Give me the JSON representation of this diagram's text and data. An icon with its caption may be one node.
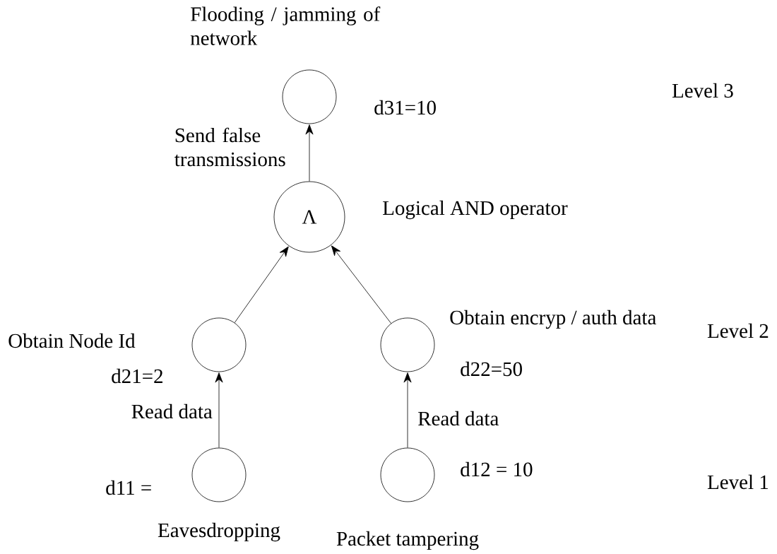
{
  "diagram": {
    "nodes": [
      {
        "text": [],
        "shape": "circle",
        "beside": [
          "Flooding / jamming of network",
          "d31=10"
        ]
      },
      {
        "text": [
          "Λ"
        ],
        "beside": [
          "Logical AND operator"
        ]
      },
      {
        "text": [],
        "shape": "circle",
        "beside": [
          "Obtain Node Id",
          "d21=2"
        ]
      },
      {
        "text": [],
        "shape": "circle",
        "beside": [
          "Obtain encryp / auth data",
          "d22=50"
        ]
      },
      {
        "text": [],
        "shape": "circle",
        "beside": [
          "d11 =",
          "Eavesdropping"
        ]
      },
      {
        "text": [],
        "shape": "circle",
        "beside": [
          "d12 = 10",
          "Packet tampering"
        ]
      }
    ],
    "edges": [
      {
        "from": 1,
        "to": 0,
        "arrow": "to",
        "label": "Send false transmissions"
      },
      {
        "from": 2,
        "to": 1,
        "arrow": "to"
      },
      {
        "from": 3,
        "to": 1,
        "arrow": "to"
      },
      {
        "from": 4,
        "to": 2,
        "arrow": "to",
        "label": "Read data"
      },
      {
        "from": 5,
        "to": 3,
        "arrow": "to",
        "label": "Read data"
      }
    ],
    "labels": [
      "Level 3",
      "Level 2",
      "Level 1"
    ]
  }
}
